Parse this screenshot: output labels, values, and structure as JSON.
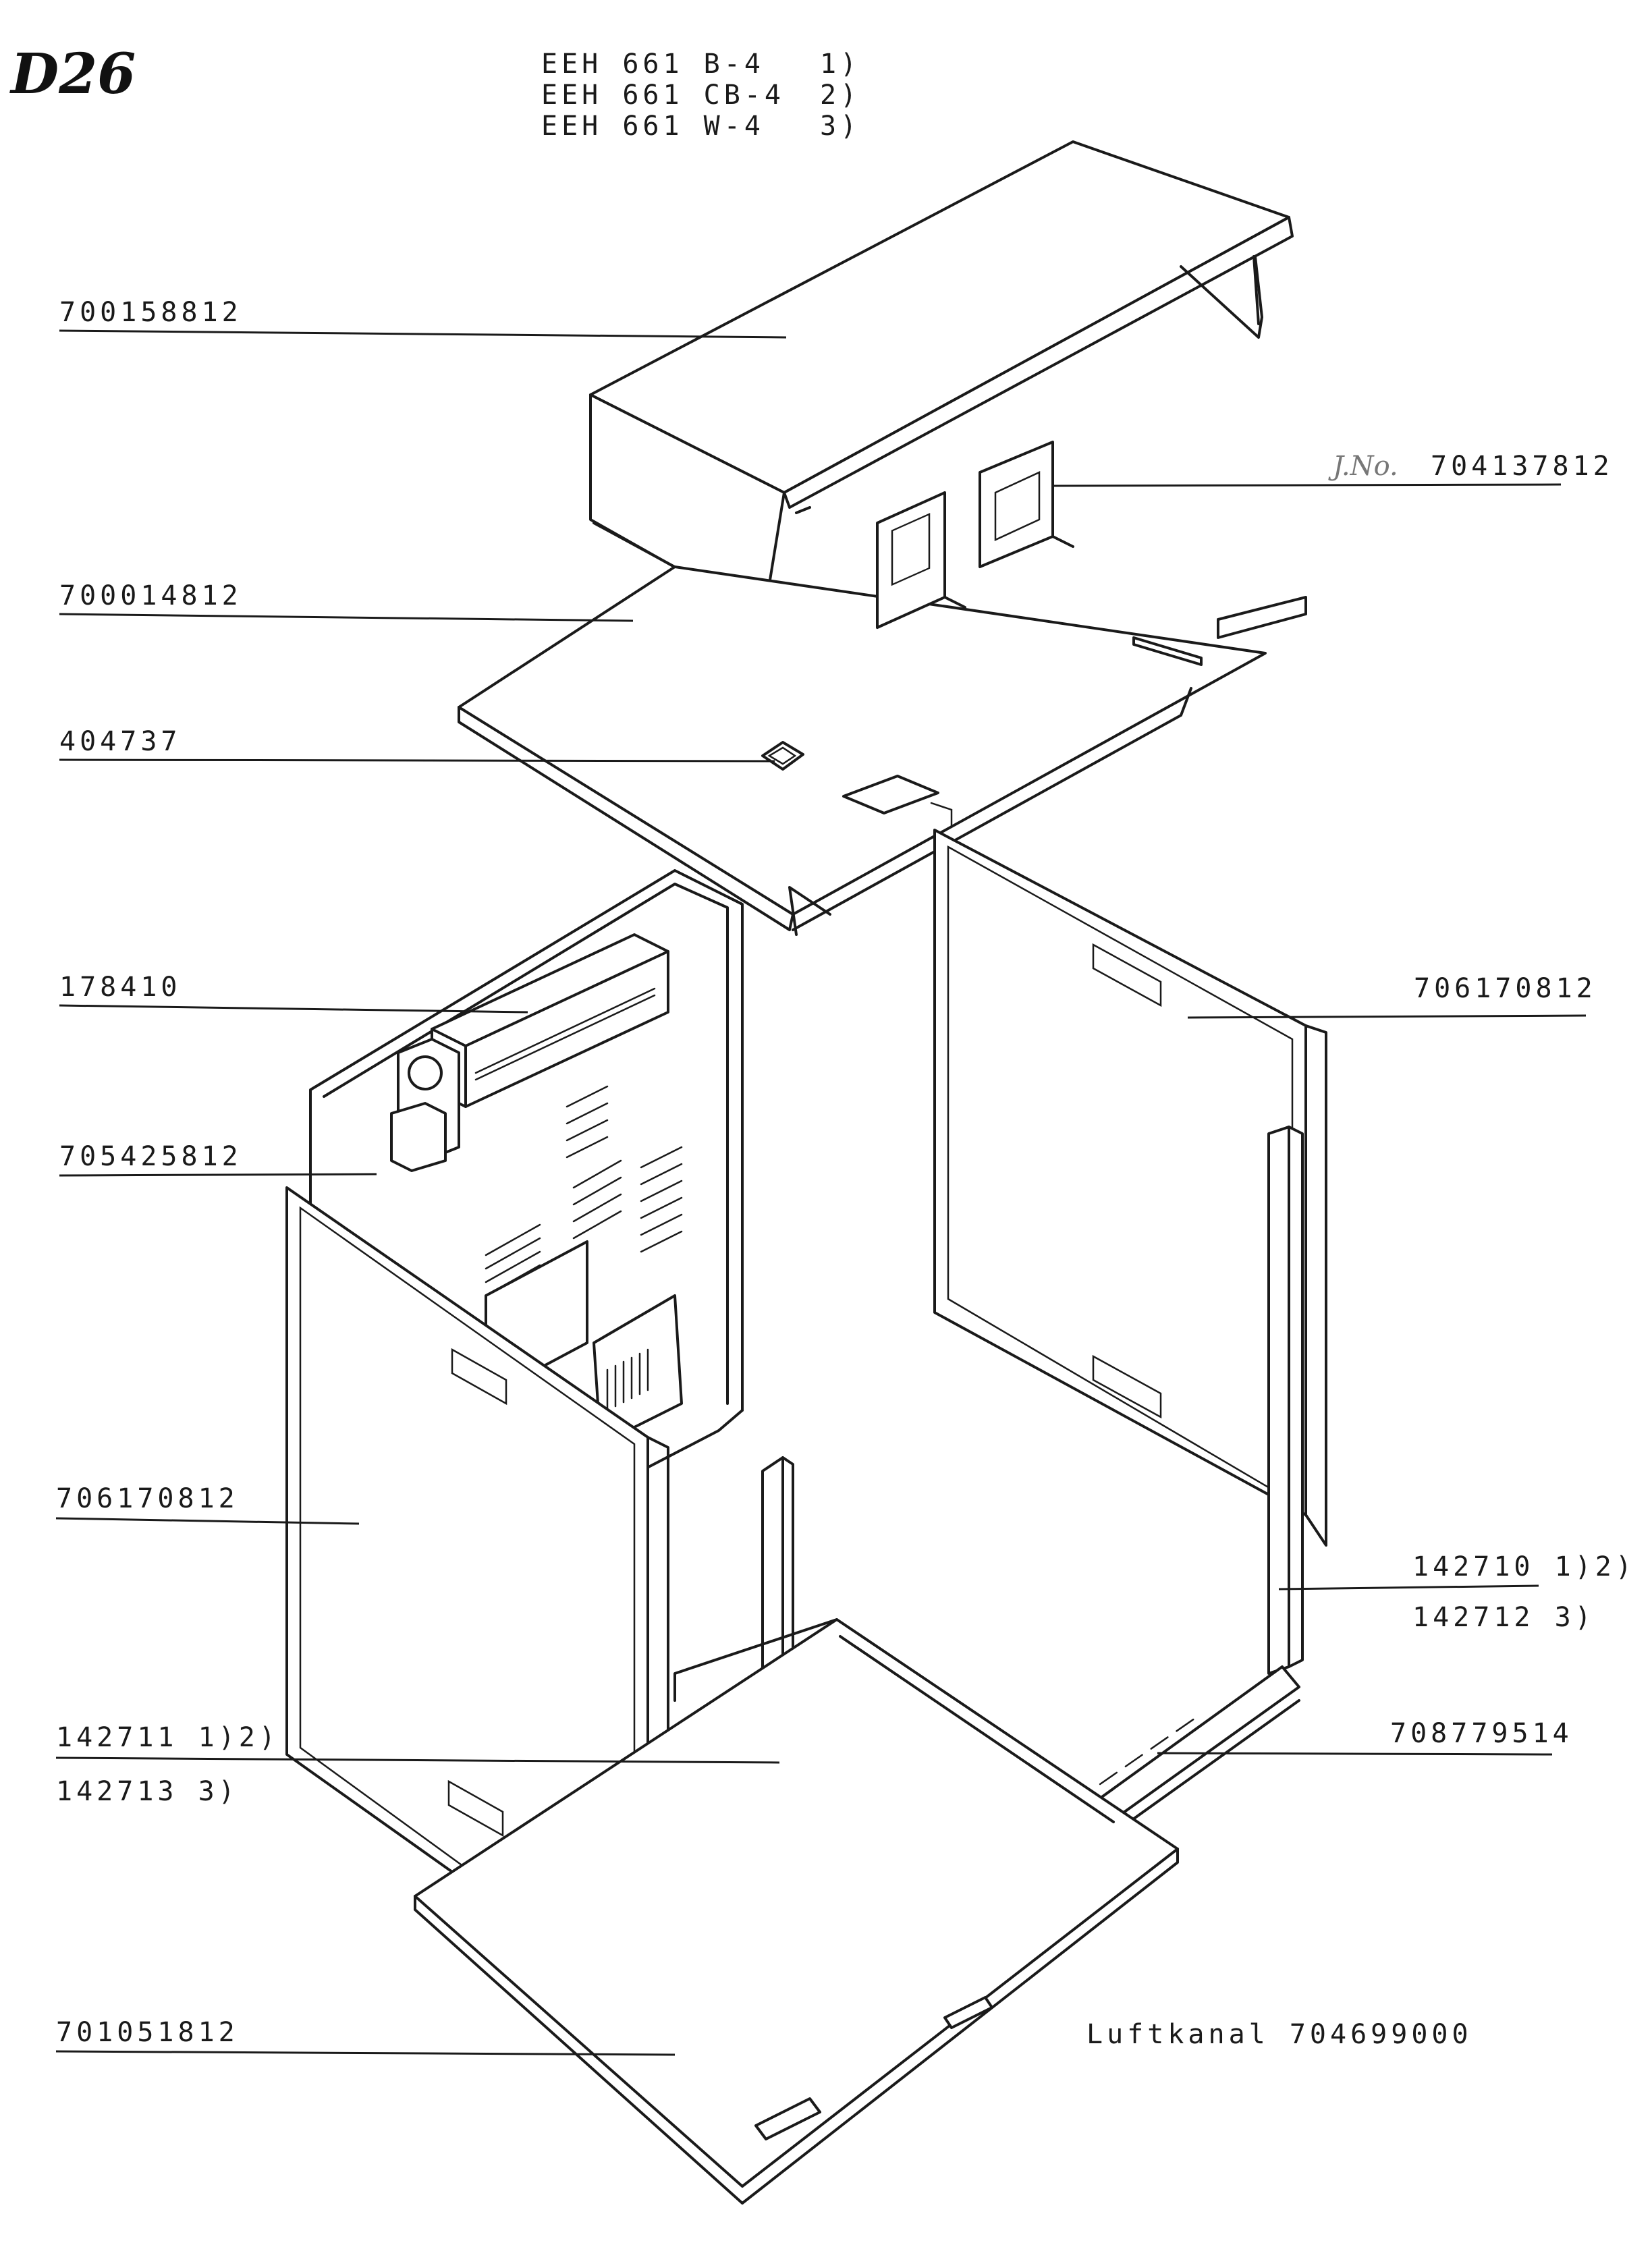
{
  "page_mark": "D26",
  "models": [
    {
      "name": "EEH 661 B-4",
      "ref": "1)"
    },
    {
      "name": "EEH 661 CB-4",
      "ref": "2)"
    },
    {
      "name": "EEH 661 W-4",
      "ref": "3)"
    }
  ],
  "callouts": {
    "top_cover": "700158812",
    "top_plate": "700014812",
    "top_plate_clip": "404737",
    "fan_motor": "178410",
    "rear_panel": "705425812",
    "side_panel_left": "706170812",
    "side_panel_right": "706170812",
    "corner_profile_a": "142711 1)2)",
    "corner_profile_a_alt": "142713 3)",
    "corner_profile_b": "142710 1)2)",
    "corner_profile_b_alt": "142712 3)",
    "bottom_rail": "708779514",
    "base_plate": "701051812",
    "bracket": "704137812"
  },
  "annotations": {
    "handwritten_note": "J.No.",
    "air_duct": "Luftkanal 704699000"
  }
}
